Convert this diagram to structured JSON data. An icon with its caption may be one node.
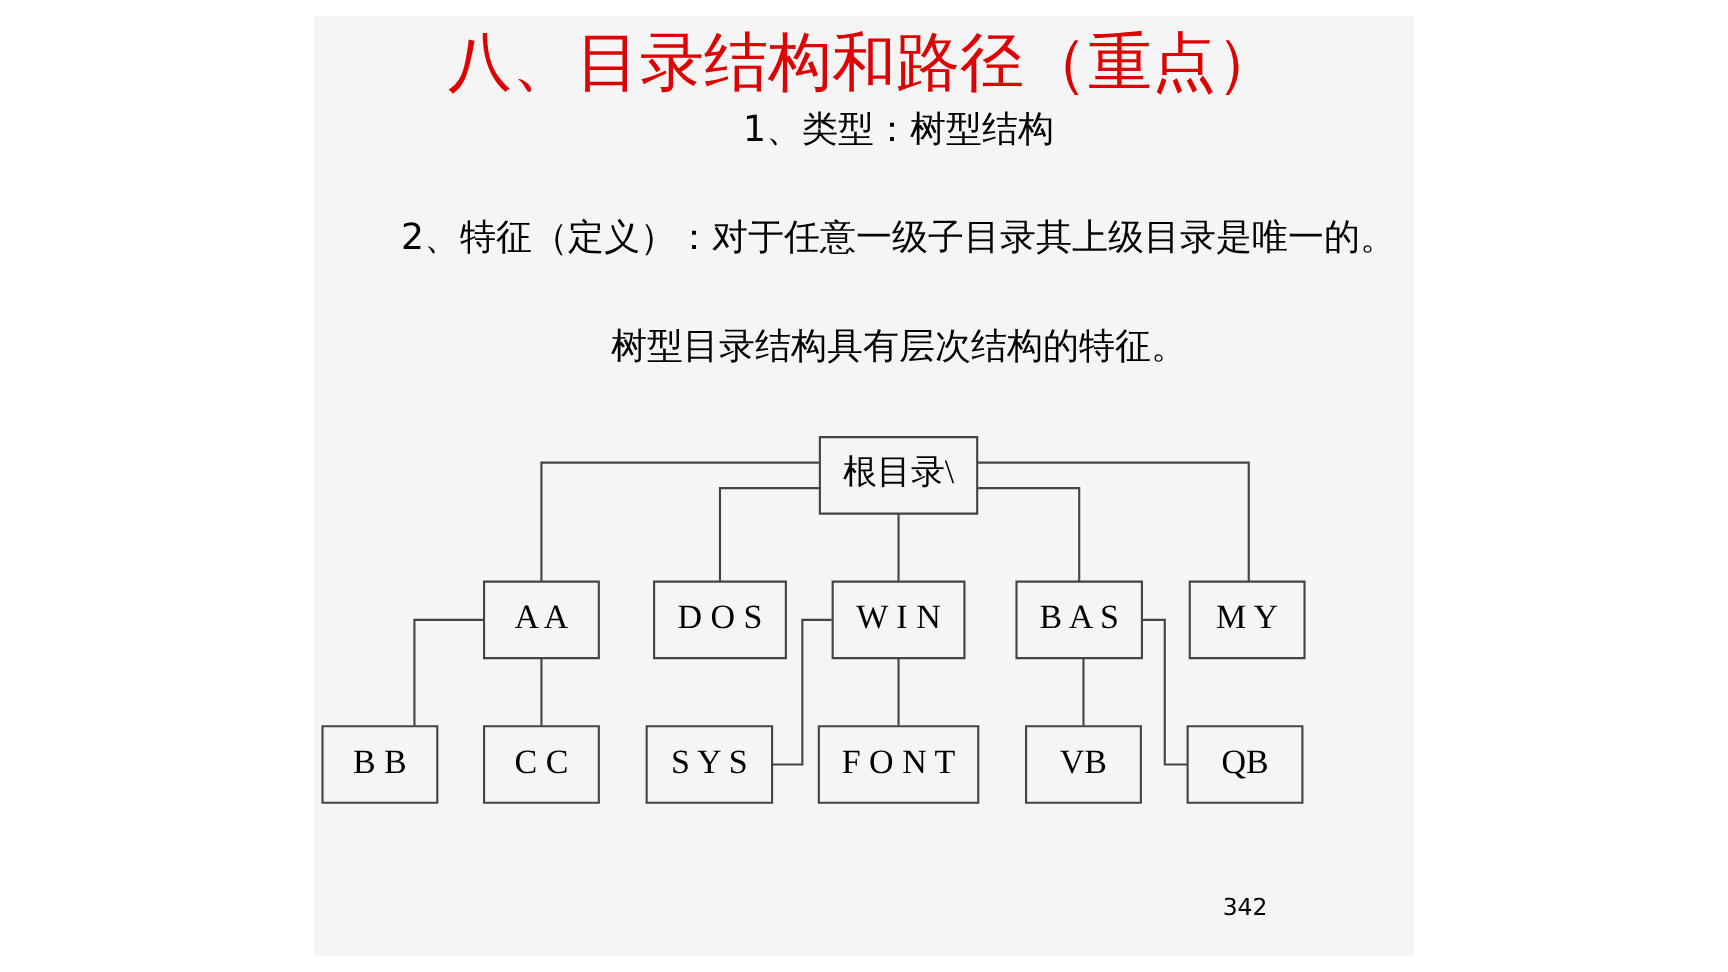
{
  "diagram": {
    "title": "八、目录结构和路径（重点）",
    "nodes": [
      {
        "text": [
          "根目录\\"
        ]
      },
      {
        "text": [
          "A A"
        ]
      },
      {
        "text": [
          "D O S"
        ]
      },
      {
        "text": [
          "W I N"
        ]
      },
      {
        "text": [
          "B A S"
        ]
      },
      {
        "text": [
          "M Y"
        ]
      },
      {
        "text": [
          "B B"
        ]
      },
      {
        "text": [
          "C C"
        ]
      },
      {
        "text": [
          "S Y S"
        ]
      },
      {
        "text": [
          "F O N T"
        ]
      },
      {
        "text": [
          "VB"
        ]
      },
      {
        "text": [
          "QB"
        ]
      }
    ],
    "edges": [
      {
        "from": 0,
        "to": 1,
        "arrow": "none"
      },
      {
        "from": 0,
        "to": 2,
        "arrow": "none"
      },
      {
        "from": 0,
        "to": 3,
        "arrow": "none"
      },
      {
        "from": 0,
        "to": 4,
        "arrow": "none"
      },
      {
        "from": 0,
        "to": 5,
        "arrow": "none"
      },
      {
        "from": 1,
        "to": 6,
        "arrow": "none"
      },
      {
        "from": 1,
        "to": 7,
        "arrow": "none"
      },
      {
        "from": 3,
        "to": 8,
        "arrow": "none"
      },
      {
        "from": 3,
        "to": 9,
        "arrow": "none"
      },
      {
        "from": 4,
        "to": 10,
        "arrow": "none"
      },
      {
        "from": 4,
        "to": 11,
        "arrow": "none"
      }
    ],
    "labels": [
      "1、类型：树型结构",
      "2、特征（定义）：对于任意一级子目录其上级目录是唯一的。",
      "树型目录结构具有层次结构的特征。",
      "342"
    ]
  }
}
